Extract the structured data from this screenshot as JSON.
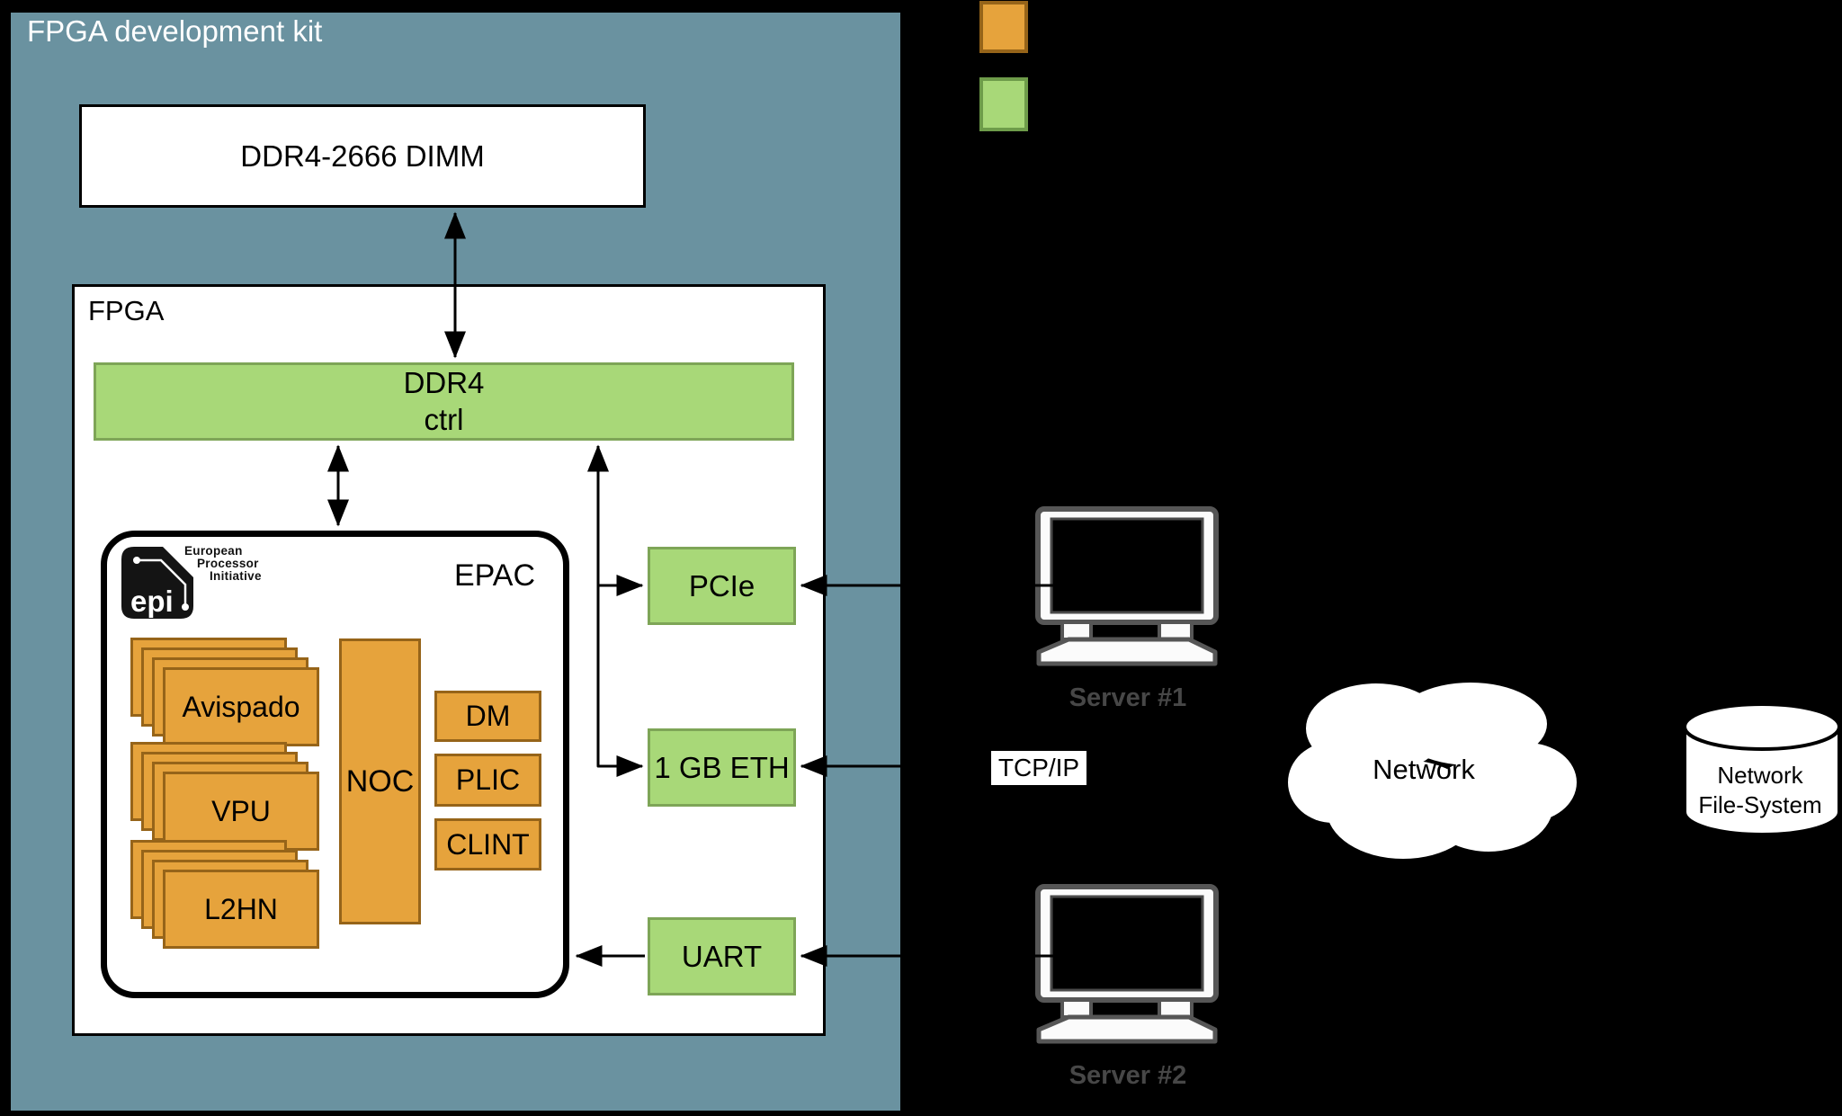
{
  "colors": {
    "background": "#000000",
    "board_teal": "#6A92A0",
    "green_fill": "#A8D878",
    "green_border": "#7EA557",
    "orange_fill": "#E6A33C",
    "orange_border": "#966419",
    "line_black": "#000000",
    "server_label_gray": "#474747"
  },
  "legend": {
    "orange_swatch_color": "#E6A33C",
    "green_swatch_color": "#A8D878"
  },
  "board": {
    "title": "FPGA development kit",
    "dimm_label": "DDR4-2666 DIMM",
    "fpga": {
      "label": "FPGA",
      "ddr4_ctrl": {
        "line1": "DDR4",
        "line2": "ctrl"
      },
      "io_blocks": [
        {
          "label": "PCIe"
        },
        {
          "label": "1 GB ETH"
        },
        {
          "label": "UART"
        }
      ],
      "epac": {
        "label": "EPAC",
        "logo": {
          "mark": "epi",
          "line1": "European",
          "line2": "Processor",
          "line3": "Initiative"
        },
        "stacks": [
          {
            "label": "Avispado"
          },
          {
            "label": "VPU"
          },
          {
            "label": "L2HN"
          }
        ],
        "noc_label": "NOC",
        "blocks": [
          {
            "label": "DM"
          },
          {
            "label": "PLIC"
          },
          {
            "label": "CLINT"
          }
        ]
      }
    }
  },
  "network": {
    "tcpip_label": "TCP/IP",
    "servers": [
      {
        "label": "Server #1"
      },
      {
        "label": "Server #2"
      }
    ],
    "cloud_label": "Network",
    "nfs": {
      "line1": "Network",
      "line2": "File-System"
    }
  }
}
